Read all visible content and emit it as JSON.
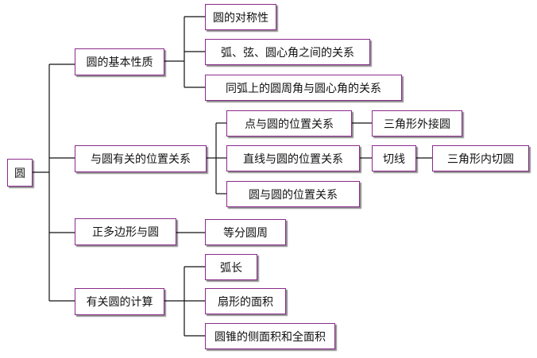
{
  "diagram": {
    "root": "圆",
    "branches": {
      "basic_properties": {
        "label": "圆的基本性质",
        "children": [
          "圆的对称性",
          "弧、弦、圆心角之间的关系",
          "同弧上的圆周角与圆心角的关系"
        ]
      },
      "positional_relations": {
        "label": "与圆有关的位置关系",
        "point_circle": {
          "label": "点与圆的位置关系",
          "child": "三角形外接圆"
        },
        "line_circle": {
          "label": "直线与圆的位置关系",
          "tangent": "切线",
          "tangent_child": "三角形内切圆"
        },
        "circle_circle": {
          "label": "圆与圆的位置关系"
        }
      },
      "regular_polygon": {
        "label": "正多边形与圆",
        "child": "等分圆周"
      },
      "calculations": {
        "label": "有关圆的计算",
        "children": [
          "弧长",
          "扇形的面积",
          "圆锥的侧面积和全面积"
        ]
      }
    }
  }
}
